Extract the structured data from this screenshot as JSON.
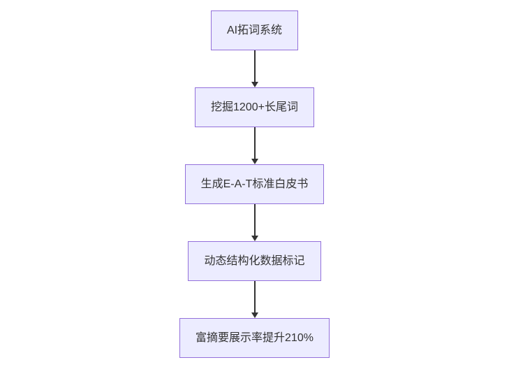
{
  "diagram": {
    "type": "flowchart",
    "direction": "top-down",
    "style": {
      "node_fill": "#ECECFF",
      "node_border": "#9370DB",
      "node_text_color": "#333333",
      "arrow_color": "#333333",
      "background": "#FFFFFF"
    },
    "nodes": [
      {
        "id": "A",
        "label": "AI拓词系统"
      },
      {
        "id": "B",
        "label": "挖掘1200+长尾词"
      },
      {
        "id": "C",
        "label": "生成E-A-T标准白皮书"
      },
      {
        "id": "D",
        "label": "动态结构化数据标记"
      },
      {
        "id": "E",
        "label": "富摘要展示率提升210%"
      }
    ],
    "edges": [
      {
        "from": "A",
        "to": "B"
      },
      {
        "from": "B",
        "to": "C"
      },
      {
        "from": "C",
        "to": "D"
      },
      {
        "from": "D",
        "to": "E"
      }
    ]
  }
}
